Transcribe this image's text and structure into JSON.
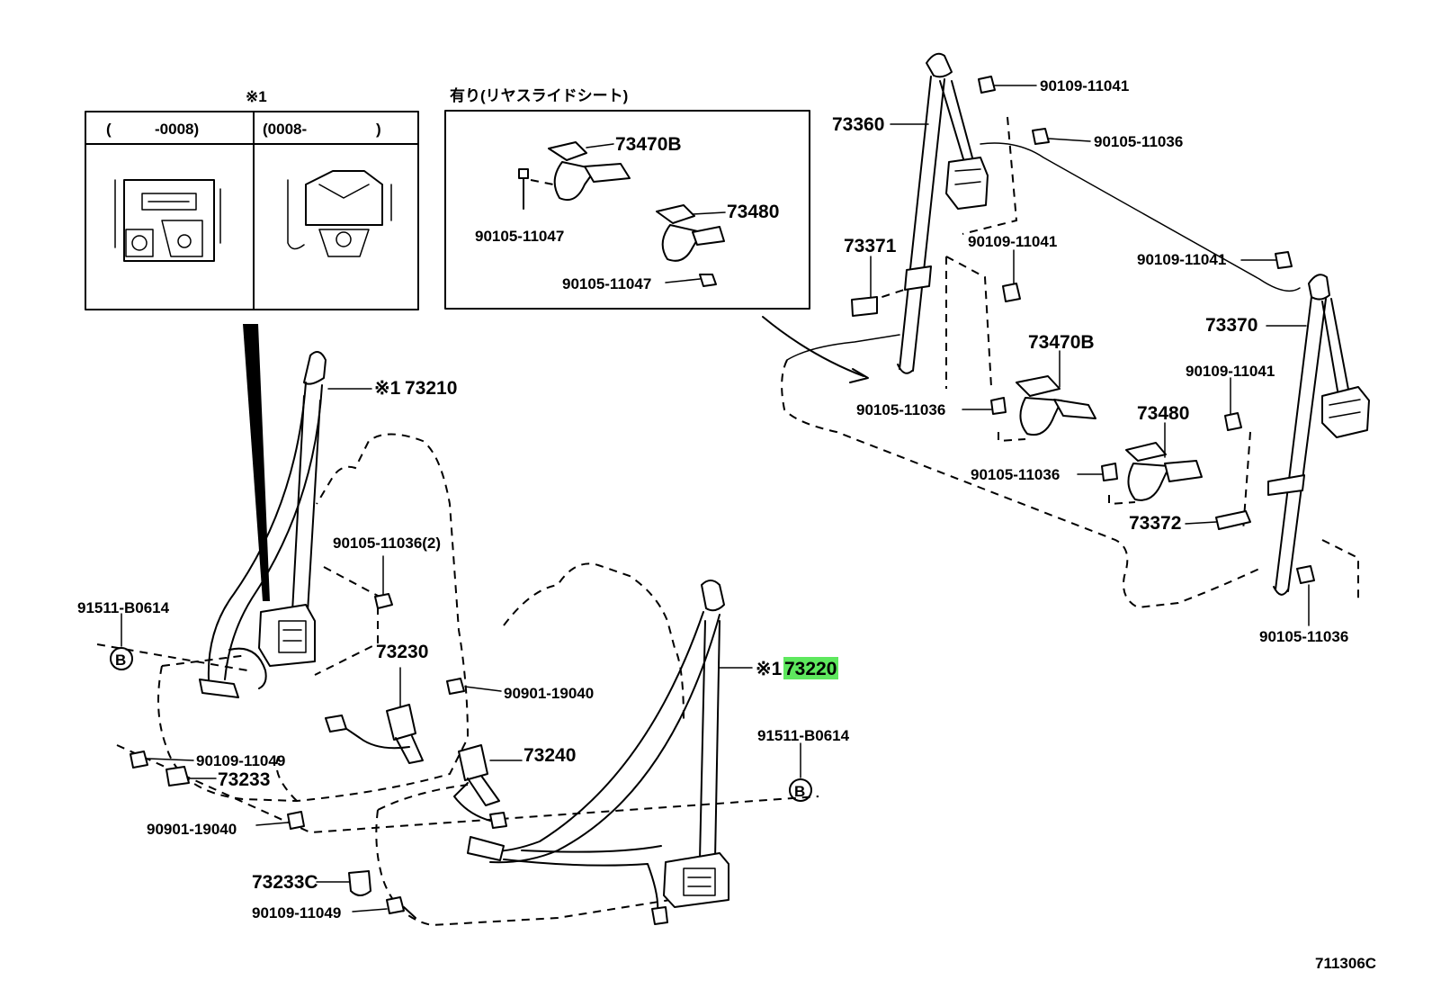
{
  "diagram_id": "711306C",
  "colors": {
    "highlight": "#5ee85e",
    "ink": "#000000",
    "paper": "#ffffff"
  },
  "inset_left": {
    "marker": "※1",
    "col_a": {
      "open": "(",
      "range": "-0008)"
    },
    "col_b": {
      "range": "(0008-",
      "close": ")"
    }
  },
  "inset_right": {
    "title": "有り(リヤスライドシート)",
    "labels": {
      "p73470b": "73470B",
      "p73480": "73480",
      "bolt_a": "90105-11047",
      "bolt_b": "90105-11047"
    }
  },
  "front": {
    "belt_left": {
      "marker": "※1",
      "number": "73210"
    },
    "belt_right": {
      "marker": "※1",
      "number": "73220"
    },
    "bolt_90105_11036_2": "90105-11036(2)",
    "b_left": {
      "part": "91511-B0614",
      "circle": "B"
    },
    "b_right": {
      "part": "91511-B0614",
      "circle": "B"
    },
    "buckle_73230": "73230",
    "bolt_90901_19040_a": "90901-19040",
    "buckle_73240": "73240",
    "bolt_90109_11049_a": "90109-11049",
    "cover_73233": "73233",
    "bolt_90901_19040_b": "90901-19040",
    "cover_73233c": "73233C",
    "bolt_90109_11049_b": "90109-11049"
  },
  "rear": {
    "bolt_90109_11041_top": "90109-11041",
    "bolt_90105_11036_top": "90105-11036",
    "belt_73360": "73360",
    "bolt_90109_11041_mid": "90109-11041",
    "cover_73371": "73371",
    "bolt_90109_11041_right": "90109-11041",
    "belt_73370": "73370",
    "bolt_90109_11041_r2": "90109-11041",
    "buckle_73470b": "73470B",
    "bolt_90105_11036_mid": "90105-11036",
    "buckle_73480": "73480",
    "bolt_90105_11036_low": "90105-11036",
    "cover_73372": "73372",
    "bolt_90105_11036_bottom": "90105-11036"
  }
}
